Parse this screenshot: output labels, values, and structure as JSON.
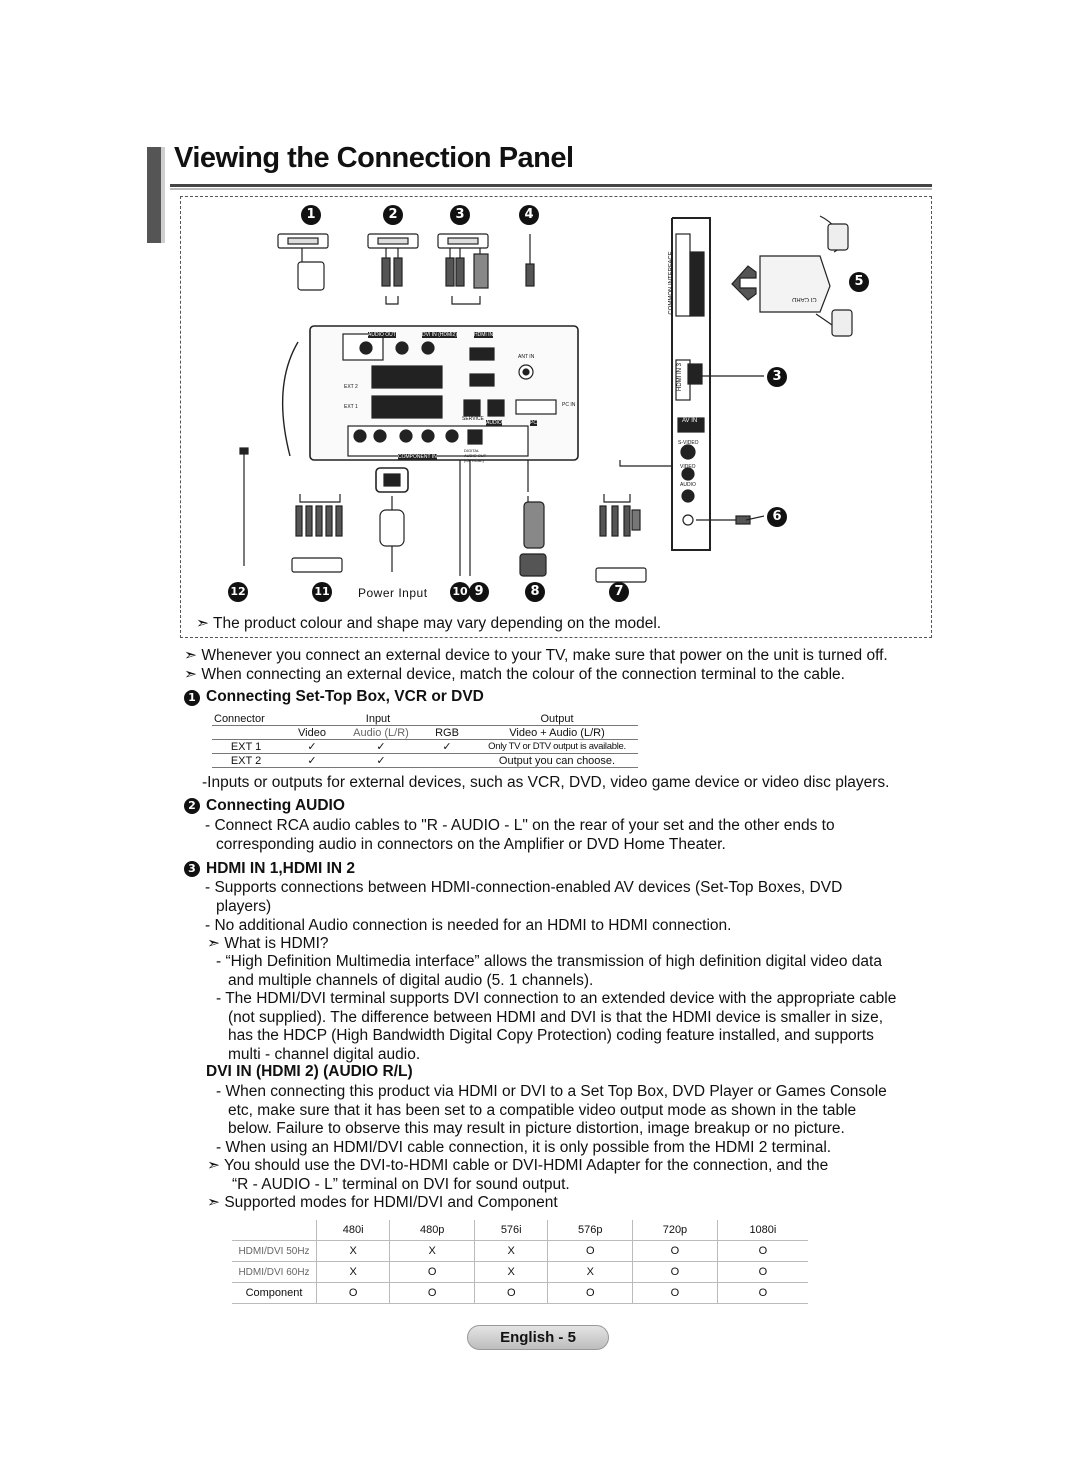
{
  "page_title": "Viewing the Connection Panel",
  "diagram": {
    "callouts_top": [
      "1",
      "2",
      "3",
      "4"
    ],
    "callouts_bottom": [
      "12",
      "11",
      "10",
      "9",
      "8",
      "7"
    ],
    "callout_side": [
      "5",
      "3",
      "6"
    ],
    "power_input_label": "Power Input",
    "note": "The product colour and shape may vary depending on the model.",
    "ci_card_label": "CI CARD",
    "common_interface_label": "COMMON INTERFACE",
    "hdmi_in3_label": "HDMI IN 3",
    "av_in_label": "AV IN",
    "svideo_label": "S-VIDEO",
    "video_label": "VIDEO",
    "audio_label": "AUDIO",
    "audio_out_label": "AUDIO OUT",
    "dvi_label": "DVI IN (HDMI2)",
    "hdmi_in_label": "HDMI IN",
    "ant_in_label": "ANT IN",
    "ext1_label": "EXT 1",
    "ext2_label": "EXT 2",
    "service_label": "SERVICE",
    "pc_label": "PC",
    "pc_in_label": "PC IN",
    "audio_small_label": "AUDIO",
    "component_in_label": "COMPONENT IN",
    "digital_audio_label": "DIGITAL AUDIO OUT (OPTICAL)"
  },
  "notes": [
    "Whenever you connect an external device to your TV, make sure that power on the unit is turned off.",
    "When connecting an external device, match the colour of the connection terminal to the cable."
  ],
  "section1": {
    "number": "1",
    "heading": "Connecting Set-Top Box, VCR or DVD",
    "table": {
      "head1": [
        "Connector",
        "Input",
        "Output"
      ],
      "head2": [
        "Video",
        "Audio (L/R)",
        "RGB",
        "Video + Audio (L/R)"
      ],
      "rows": [
        {
          "name": "EXT 1",
          "video": "✓",
          "audio": "✓",
          "rgb": "✓",
          "output": "Only TV or DTV output is available."
        },
        {
          "name": "EXT 2",
          "video": "✓",
          "audio": "✓",
          "rgb": "",
          "output": "Output you can choose."
        }
      ]
    },
    "text": "-Inputs or outputs for external devices, such as VCR, DVD, video game device or video disc players."
  },
  "section2": {
    "number": "2",
    "heading": "Connecting AUDIO",
    "text_line1": "- Connect RCA audio cables to \"R - AUDIO - L\" on the rear of your set and the other ends to",
    "text_line2": "corresponding audio in connectors on the Amplifier or DVD Home Theater."
  },
  "section3": {
    "number": "3",
    "heading": "HDMI IN 1,HDMI IN 2",
    "lines": [
      "- Supports connections between HDMI-connection-enabled AV devices (Set-Top Boxes, DVD",
      "players)",
      "- No additional Audio connection is needed for an HDMI to HDMI connection."
    ],
    "what_is_hdmi": "What is HDMI?",
    "hdmi_lines": [
      "- “High Definition Multimedia interface” allows the transmission of high definition digital video data",
      "and multiple channels of digital audio (5. 1 channels).",
      "- The HDMI/DVI terminal supports DVI connection to an extended device with the appropriate cable",
      "(not supplied). The difference between HDMI and DVI is that the HDMI device is smaller in size,",
      "has the HDCP (High Bandwidth Digital Copy Protection) coding feature installed, and supports",
      "multi - channel digital audio."
    ]
  },
  "section4": {
    "heading": "DVI IN (HDMI 2) (AUDIO R/L)",
    "lines": [
      "- When connecting this product via HDMI or DVI to a Set Top Box, DVD Player or Games Console",
      "etc, make sure that it has been set to a  compatible video output mode as shown in the table",
      "below. Failure to observe this may result in picture distortion, image breakup or no picture.",
      "- When using an HDMI/DVI cable connection, it is only possible from the HDMI 2 terminal."
    ],
    "tip1_line1": "You should use the DVI-to-HDMI cable or DVI-HDMI Adapter for the connection, and the",
    "tip1_line2": "“R - AUDIO - L” terminal on DVI for sound output.",
    "tip2": "Supported modes for HDMI/DVI and Component"
  },
  "modes_table": {
    "columns": [
      "",
      "480i",
      "480p",
      "576i",
      "576p",
      "720p",
      "1080i"
    ],
    "rows": [
      [
        "HDMI/DVI 50Hz",
        "X",
        "X",
        "X",
        "O",
        "O",
        "O"
      ],
      [
        "HDMI/DVI 60Hz",
        "X",
        "O",
        "X",
        "X",
        "O",
        "O"
      ],
      [
        "Component",
        "O",
        "O",
        "O",
        "O",
        "O",
        "O"
      ]
    ]
  },
  "footer": "English - 5"
}
